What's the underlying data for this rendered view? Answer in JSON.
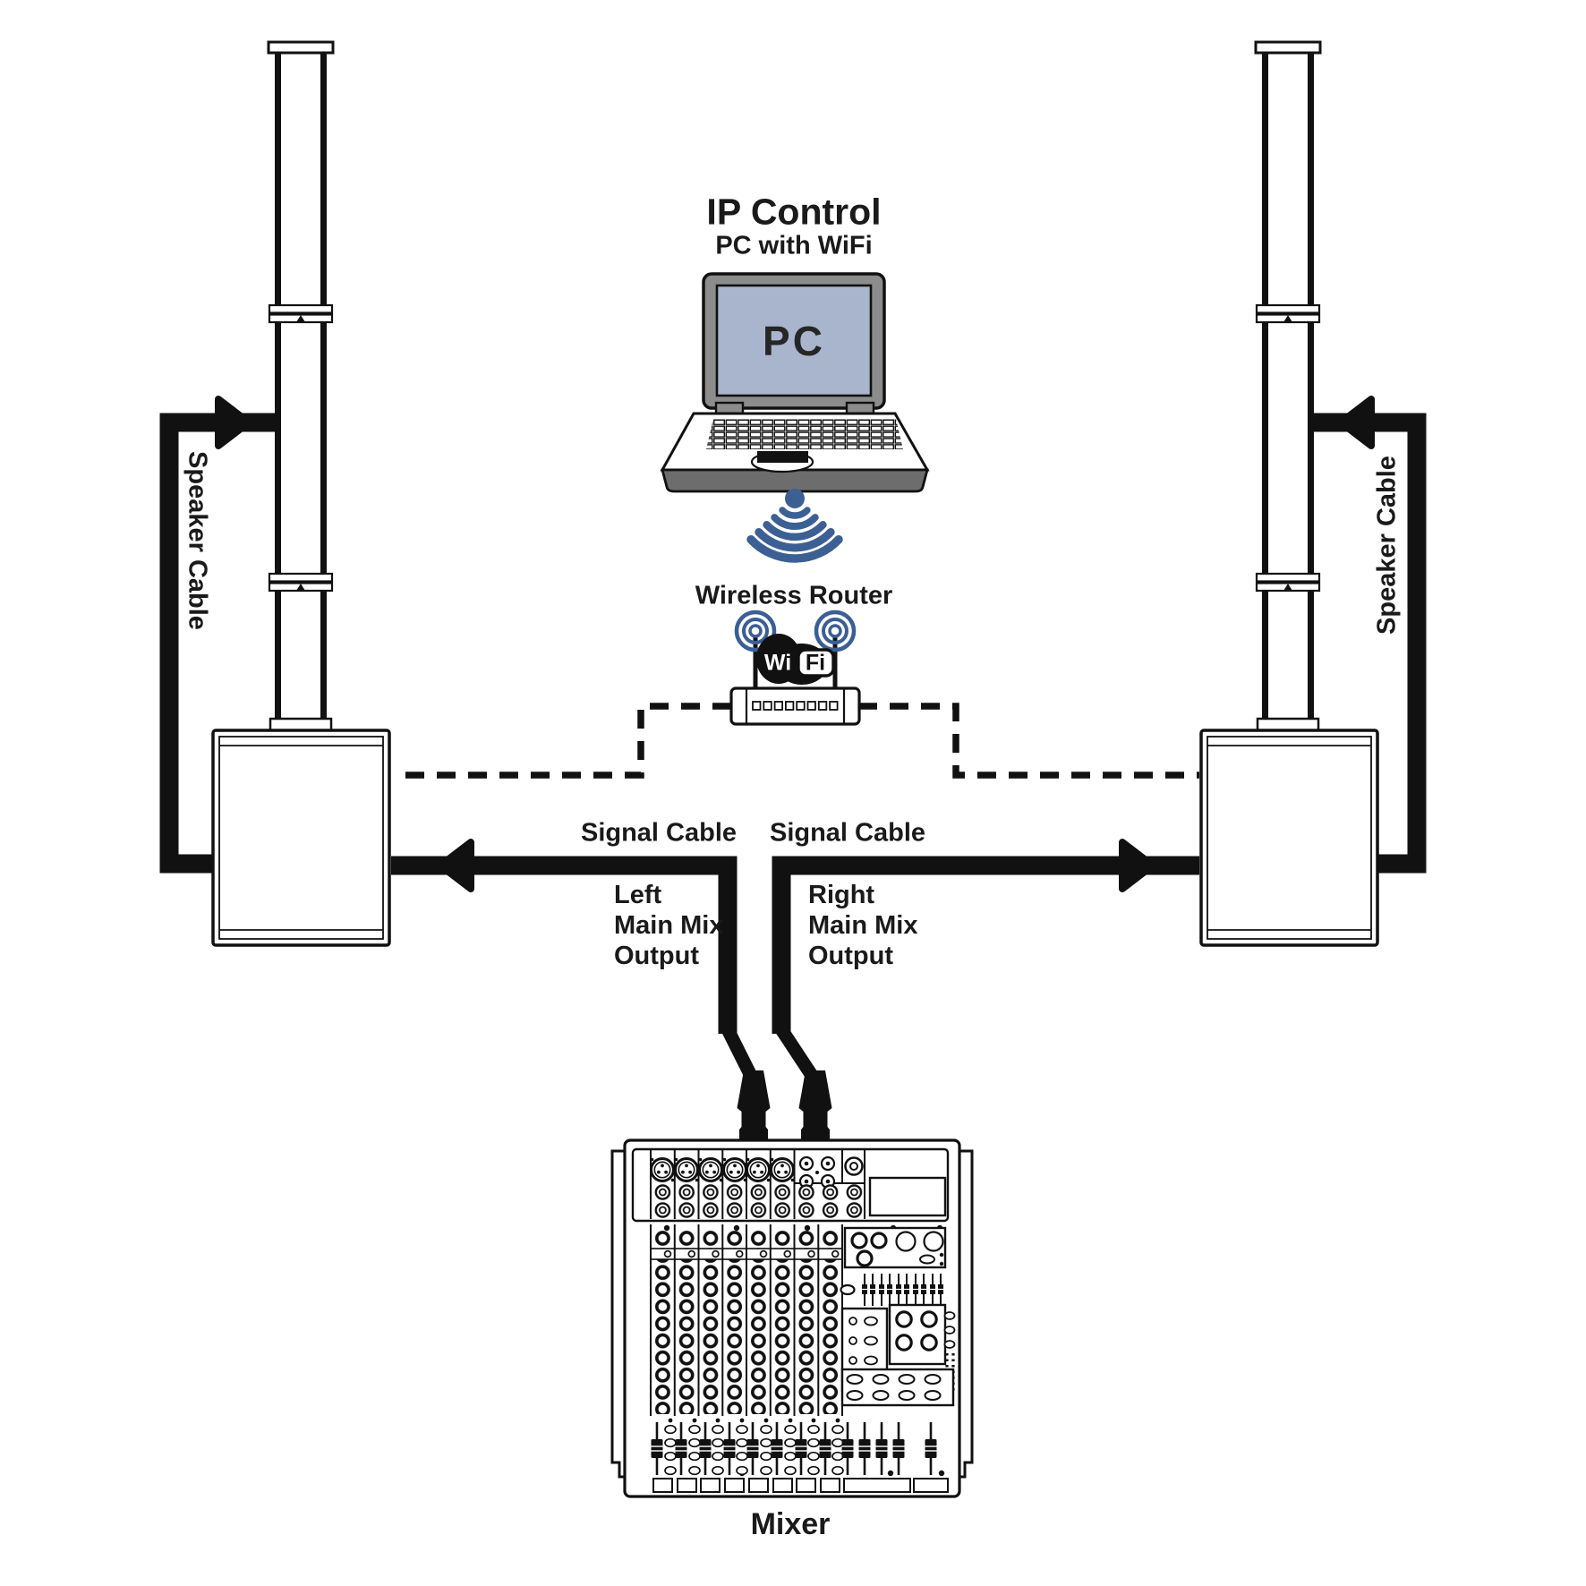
{
  "pc": {
    "title": "IP Control",
    "subtitle": "PC with WiFi",
    "screen_label": "PC"
  },
  "router": {
    "label": "Wireless Router",
    "logo_wi": "Wi",
    "logo_fi": "Fi"
  },
  "cables": {
    "speaker_left": "Speaker Cable",
    "speaker_right": "Speaker Cable",
    "signal_left": "Signal Cable",
    "signal_right": "Signal Cable"
  },
  "left_output": {
    "line1": "Left",
    "line2": "Main Mix",
    "line3": "Output"
  },
  "right_output": {
    "line1": "Right",
    "line2": "Main Mix",
    "line3": "Output"
  },
  "mixer": {
    "label": "Mixer"
  },
  "colors": {
    "line_black": "#111111",
    "wifi_blue": "#3d6094",
    "antenna_blue": "#3b5e95",
    "screen_blue": "#a9b4cd",
    "laptop_gray": "#8c8c8c",
    "laptop_front_gray": "#6d6d6d"
  }
}
